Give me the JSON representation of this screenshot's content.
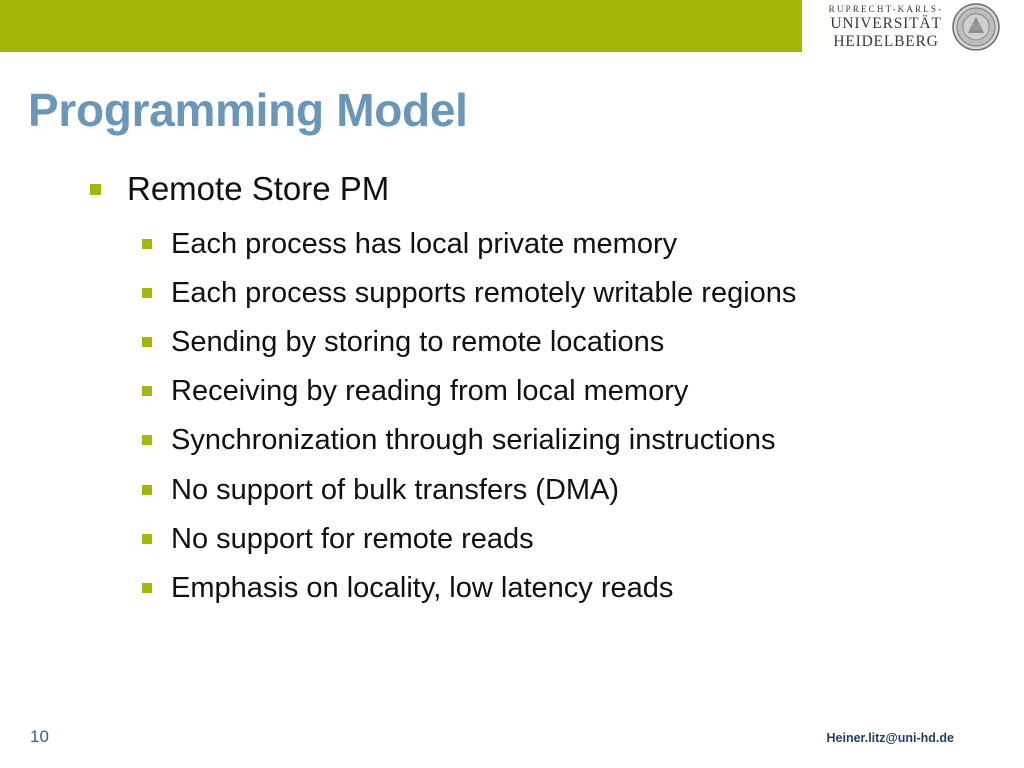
{
  "header": {
    "logo": {
      "line1": "RUPRECHT-KARLS-",
      "line2": "UNIVERSITÄT",
      "line3": "HEIDELBERG",
      "seal_icon": "university-seal-icon"
    }
  },
  "slide": {
    "title": "Programming Model",
    "main_bullet": "Remote Store PM",
    "sub_bullets": [
      "Each process has local private memory",
      "Each process supports remotely writable regions",
      "Sending by storing to remote locations",
      "Receiving by reading from local memory",
      "Synchronization through serializing instructions",
      "No support of bulk transfers (DMA)",
      "No support for remote reads",
      "Emphasis on locality, low latency reads"
    ]
  },
  "footer": {
    "page_number": "10",
    "email": "Heiner.litz@uni-hd.de"
  },
  "colors": {
    "accent_green": "#a3b70a",
    "title_blue": "#6a96b8",
    "footer_blue": "#1f3f66",
    "text": "#111111"
  }
}
